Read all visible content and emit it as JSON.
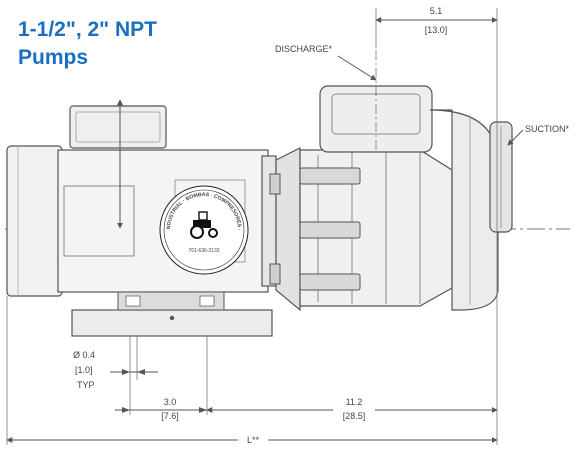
{
  "header": {
    "title_line1": "1-1/2\", 2\" NPT",
    "title_line2": "Pumps"
  },
  "callouts": {
    "discharge": "DISCHARGE*",
    "suction": "SUCTION*"
  },
  "dimensions": {
    "top_width": {
      "in": "5.1",
      "mm": "[13.0]"
    },
    "bolt_hole": {
      "in": "Ø 0.4",
      "mm": "[1.0]",
      "note": "TYP"
    },
    "foot_offset": {
      "in": "3.0",
      "mm": "[7.6]"
    },
    "foot_to_end": {
      "in": "11.2",
      "mm": "[28.5]"
    },
    "overall_length": "L**"
  },
  "watermark": {
    "text": "MEXA AGRO-INDUSTRIAL · BOMBAS · COMPRESORES · TRACTORES",
    "phone": "761-636-3133"
  },
  "colors": {
    "title": "#1a6fc4",
    "line": "#555555",
    "fill_light": "#f1f1f1",
    "fill_dark": "#d8d8d8"
  }
}
